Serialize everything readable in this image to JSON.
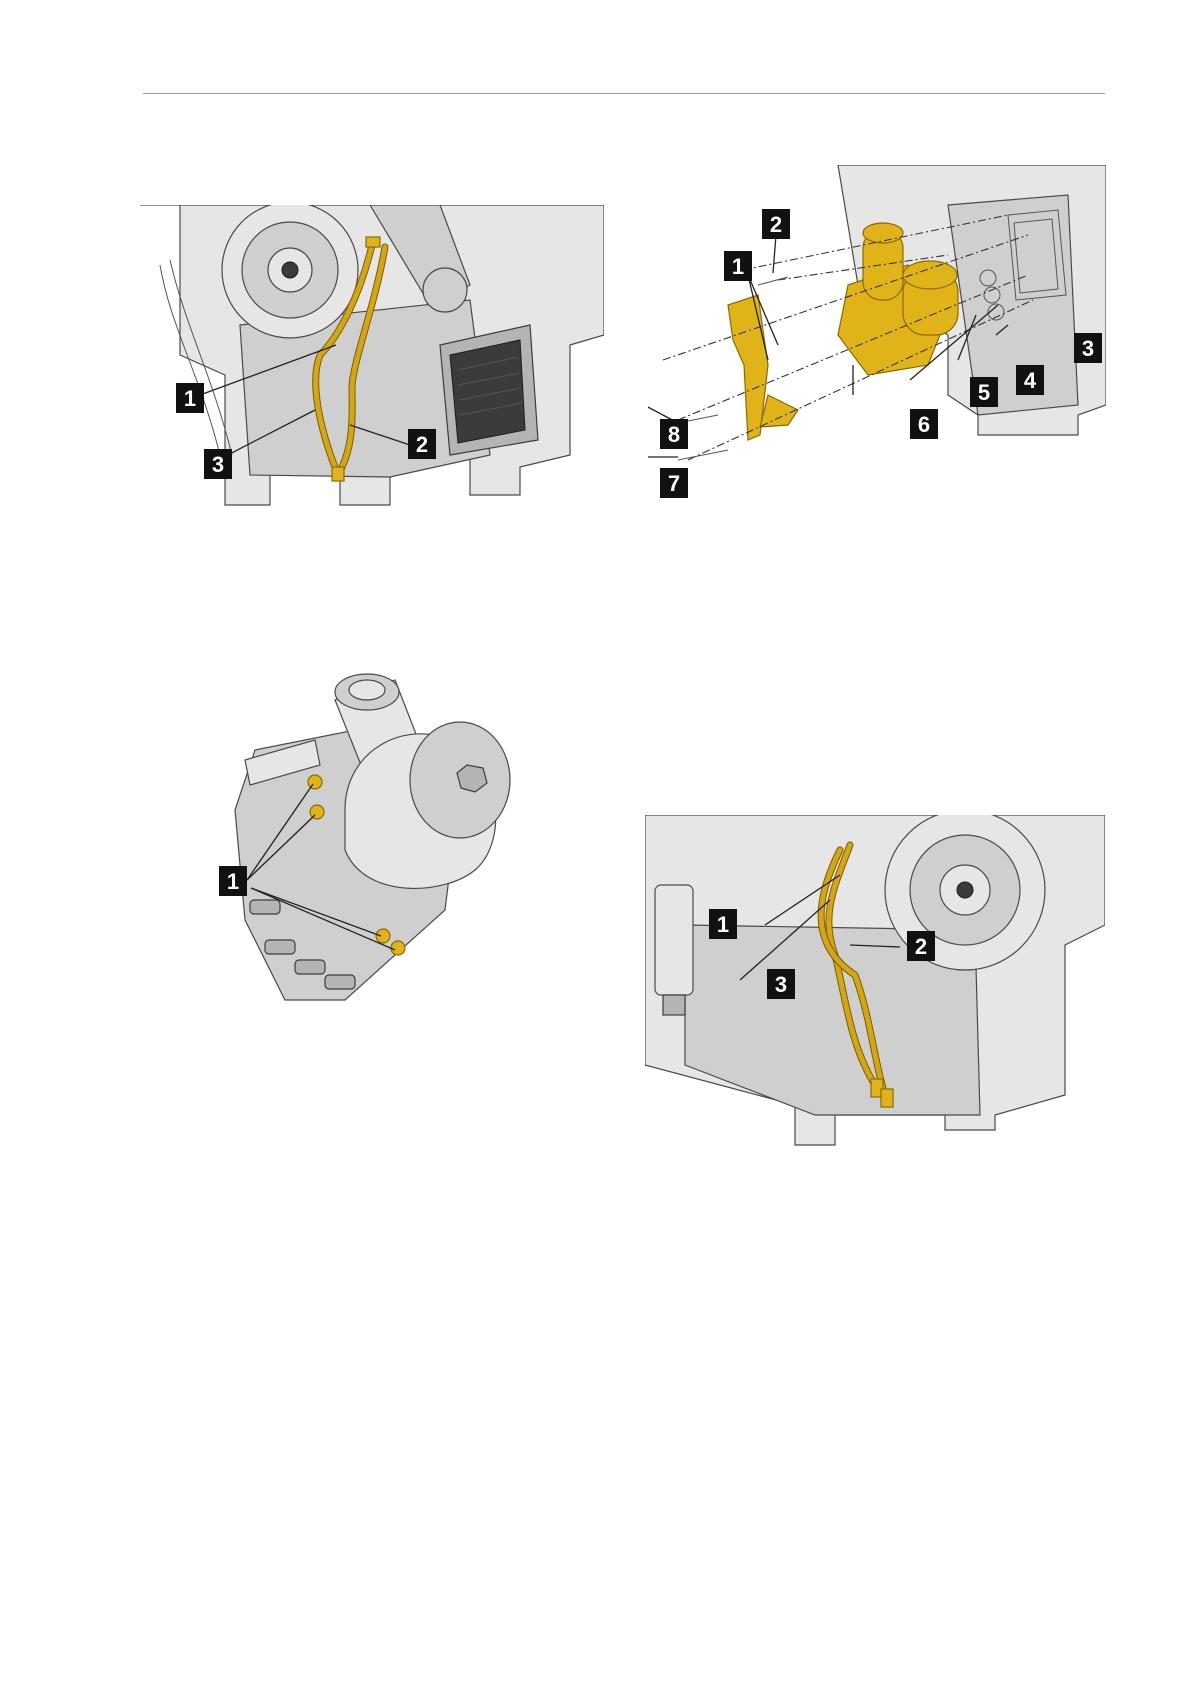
{
  "figures": [
    {
      "id": "engine-oil-lines-left",
      "callouts": [
        "1",
        "2",
        "3"
      ]
    },
    {
      "id": "oil-filter-module-exploded",
      "callouts": [
        "1",
        "2",
        "3",
        "4",
        "5",
        "6",
        "7",
        "8"
      ]
    },
    {
      "id": "oil-filter-module",
      "callouts": [
        "1"
      ]
    },
    {
      "id": "engine-oil-lines-right",
      "callouts": [
        "1",
        "2",
        "3"
      ]
    }
  ],
  "colors": {
    "highlight": "#e0b419",
    "callout_bg": "#111111",
    "callout_text": "#ffffff",
    "rule": "#9a9a9a"
  }
}
